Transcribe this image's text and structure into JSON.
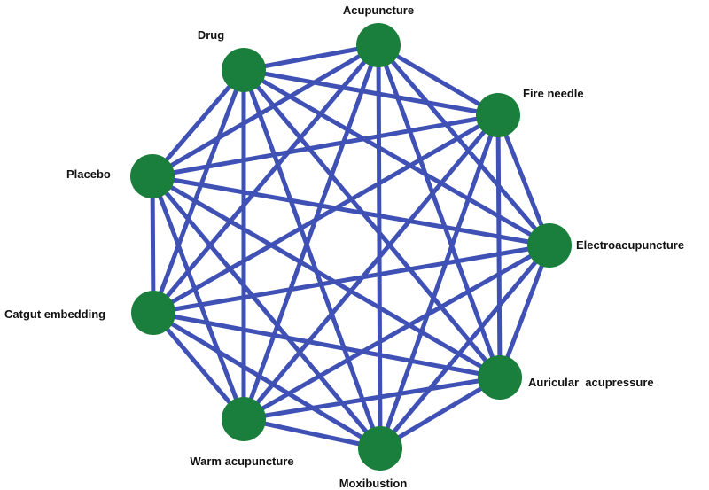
{
  "diagram": {
    "type": "network",
    "colors": {
      "edge": "#3f51b5",
      "node": "#1a7f3c",
      "text": "#111111"
    },
    "nodes": [
      {
        "id": "acupuncture",
        "label": "Acupuncture"
      },
      {
        "id": "fire-needle",
        "label": "Fire needle"
      },
      {
        "id": "electroacupuncture",
        "label": "Electroacupuncture"
      },
      {
        "id": "auricular-acupressure",
        "label": "Auricular  acupressure"
      },
      {
        "id": "moxibustion",
        "label": "Moxibustion"
      },
      {
        "id": "warm-acupuncture",
        "label": "Warm acupuncture"
      },
      {
        "id": "catgut-embedding",
        "label": "Catgut embedding"
      },
      {
        "id": "placebo",
        "label": "Placebo"
      },
      {
        "id": "drug",
        "label": "Drug"
      }
    ],
    "edges": "all-pairs"
  }
}
